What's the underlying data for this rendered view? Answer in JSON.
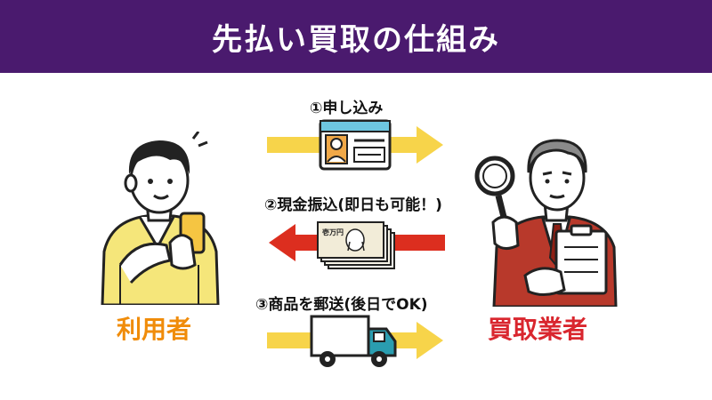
{
  "header": {
    "title": "先払い買取の仕組み"
  },
  "roles": {
    "user": "利用者",
    "buyer": "買取業者"
  },
  "steps": {
    "step1": "①申し込み",
    "step2": "②現金振込(即日も可能！)",
    "step3": "③商品を郵送(後日でOK)"
  },
  "banknote_text": "壱万円",
  "colors": {
    "header_bg": "#4a1a6e",
    "user_label": "#f08c0a",
    "buyer_label": "#d9262e",
    "arrow_yellow": "#f7d44a",
    "arrow_red": "#dc2e1f",
    "truck_cab": "#2a9db0",
    "user_shirt": "#f5e67a",
    "buyer_suit": "#b8392b"
  },
  "icons": [
    "id-card-icon",
    "banknote-icon",
    "truck-icon",
    "magnifier-icon",
    "smartphone-icon",
    "clipboard-icon"
  ]
}
